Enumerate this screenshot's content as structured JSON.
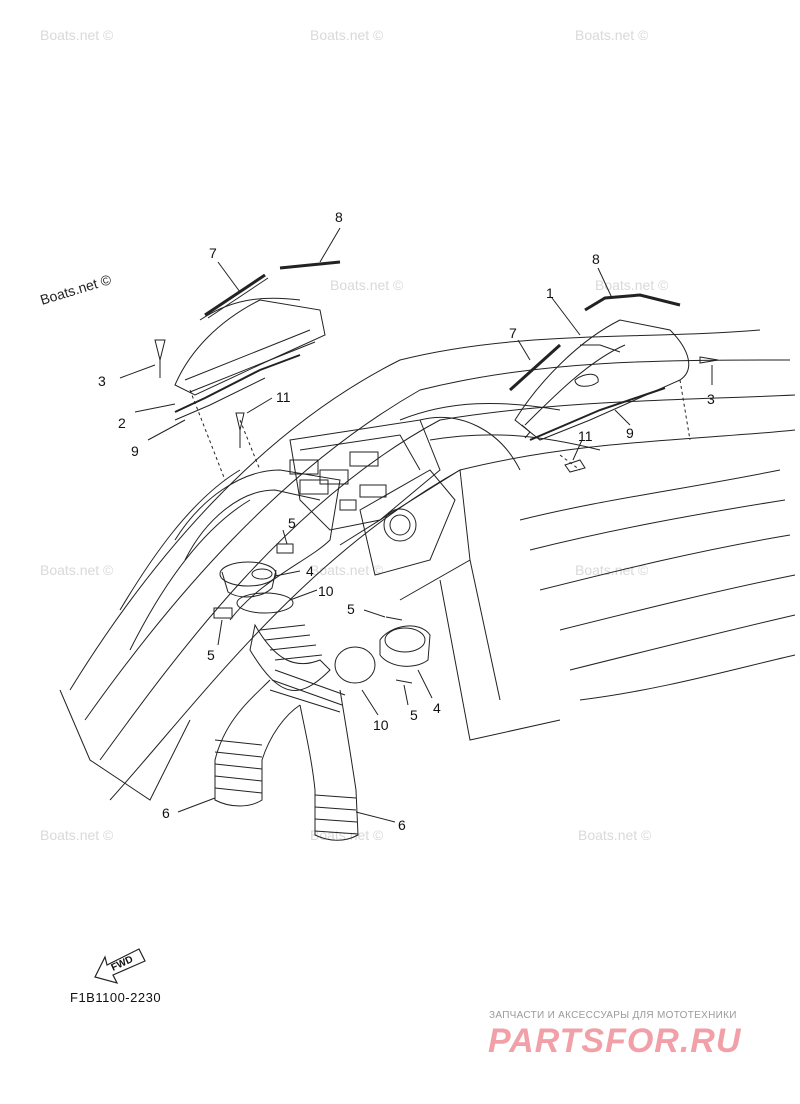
{
  "watermarks": {
    "boats_net": "Boats.net ©"
  },
  "callouts": {
    "c1": "1",
    "c2": "2",
    "c3_left": "3",
    "c3_right": "3",
    "c4_left": "4",
    "c4_right": "4",
    "c5_a": "5",
    "c5_b": "5",
    "c5_c": "5",
    "c5_d": "5",
    "c6_left": "6",
    "c6_right": "6",
    "c7_left": "7",
    "c7_right": "7",
    "c8_left": "8",
    "c8_right": "8",
    "c9_left": "9",
    "c9_right": "9",
    "c10_a": "10",
    "c10_b": "10",
    "c11_left": "11",
    "c11_right": "11"
  },
  "fwd_label": "FWD",
  "part_code": "F1B1100-2230",
  "brand": {
    "tagline": "ЗАПЧАСТИ И АКСЕССУАРЫ ДЛЯ МОТОТЕХНИКИ",
    "logo": "PARTSFOR.RU"
  }
}
